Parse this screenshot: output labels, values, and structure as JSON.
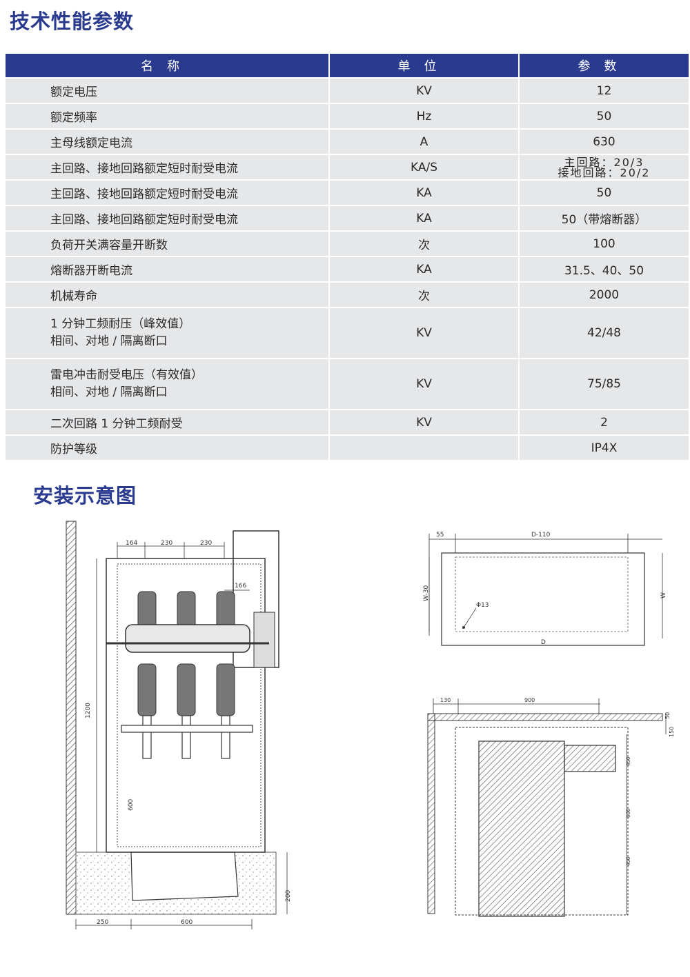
{
  "titles": {
    "specs": "技术性能参数",
    "install": "安装示意图"
  },
  "table": {
    "headers": [
      "名称",
      "单位",
      "参数"
    ],
    "rows": [
      {
        "name": [
          "额定电压"
        ],
        "unit": "KV",
        "value": [
          "12"
        ]
      },
      {
        "name": [
          "额定频率"
        ],
        "unit": "Hz",
        "value": [
          "50"
        ]
      },
      {
        "name": [
          "主母线额定电流"
        ],
        "unit": "A",
        "value": [
          "630"
        ]
      },
      {
        "name": [
          "主回路、接地回路额定短时耐受电流"
        ],
        "unit": "KA/S",
        "value": [
          "主回路：20/3",
          "接地回路：20/2"
        ]
      },
      {
        "name": [
          "主回路、接地回路额定短时耐受电流"
        ],
        "unit": "KA",
        "value": [
          "50"
        ]
      },
      {
        "name": [
          "主回路、接地回路额定短时耐受电流"
        ],
        "unit": "KA",
        "value": [
          "50（带熔断器）"
        ]
      },
      {
        "name": [
          "负荷开关满容量开断数"
        ],
        "unit": "次",
        "value": [
          "100"
        ]
      },
      {
        "name": [
          "熔断器开断电流"
        ],
        "unit": "KA",
        "value": [
          "31.5、40、50"
        ]
      },
      {
        "name": [
          "机械寿命"
        ],
        "unit": "次",
        "value": [
          "2000"
        ]
      },
      {
        "name": [
          "1 分钟工频耐压（峰效值）",
          "相间、对地 / 隔离断口"
        ],
        "unit": "KV",
        "value": [
          "42/48"
        ]
      },
      {
        "name": [
          "雷电冲击耐受电压（有效值）",
          "相间、对地 / 隔离断口"
        ],
        "unit": "KV",
        "value": [
          "75/85"
        ]
      },
      {
        "name": [
          "二次回路 1 分钟工频耐受"
        ],
        "unit": "KV",
        "value": [
          "2"
        ]
      },
      {
        "name": [
          "防护等级"
        ],
        "unit": "",
        "value": [
          "IP4X"
        ]
      }
    ]
  },
  "drawing_labels": {
    "front": {
      "dim_top_1": "164",
      "dim_top_2": "230",
      "dim_top_3": "230",
      "dim_side": "166",
      "dim_height": "1200",
      "dim_mid": "600",
      "dim_base": "200",
      "dim_bottom_1": "250",
      "dim_bottom_2": "600"
    },
    "top_view": {
      "dim_55": "55",
      "dim_d110": "D-110",
      "dim_w30": "W-30",
      "dim_w": "W",
      "dim_d": "D",
      "hole": "Φ13"
    },
    "side_view": {
      "dim_130": "130",
      "dim_900": "900",
      "dim_50": "50",
      "dim_150": "150",
      "dim_a": "450",
      "dim_b": "600",
      "dim_c": "450"
    }
  },
  "colors": {
    "header_bg": "#2a3a8f",
    "row_bg": "#e6e7e9",
    "title": "#2a3a8f"
  }
}
